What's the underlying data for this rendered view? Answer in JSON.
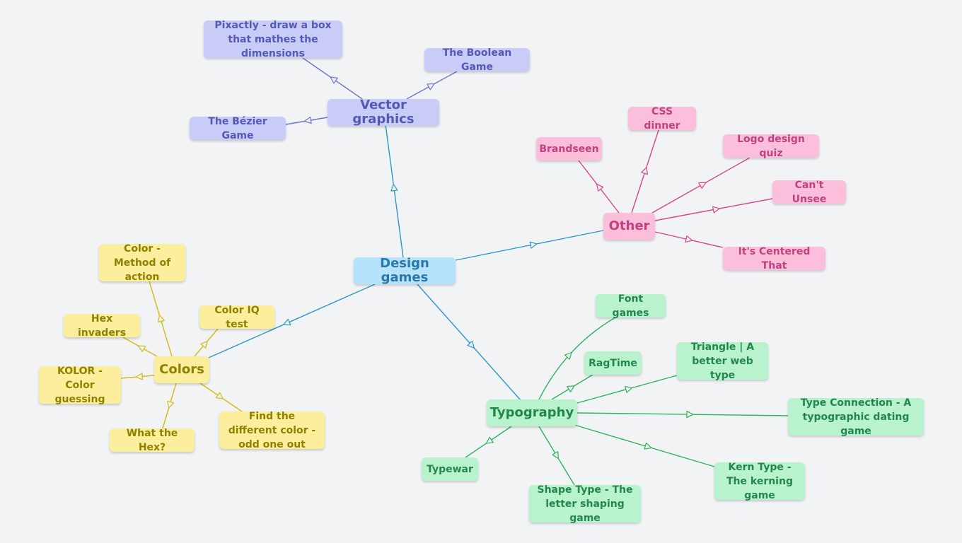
{
  "colors": {
    "root": "#2e97c9",
    "vector": "#6f72d1",
    "other": "#d6468c",
    "colors": "#d6bb14",
    "typography": "#2fb35d"
  },
  "root": {
    "label": "Design games"
  },
  "branches": {
    "vector": {
      "label": "Vector graphics",
      "items": [
        "Pixactly - draw a box that mathes the dimensions",
        "The Boolean Game",
        "The Bézier Game"
      ]
    },
    "other": {
      "label": "Other",
      "items": [
        "Brandseen",
        "CSS dinner",
        "Logo design quiz",
        "Can't Unsee",
        "It's Centered That"
      ]
    },
    "colors": {
      "label": "Colors",
      "items": [
        "Color - Method of action",
        "Color IQ test",
        "Hex invaders",
        "KOLOR - Color guessing",
        "What the Hex?",
        "Find the different color - odd one out"
      ]
    },
    "typography": {
      "label": "Typography",
      "items": [
        "Font games",
        "RagTime",
        "Triangle | A better web type",
        "Type Connection - A typographic dating game",
        "Kern Type - The kerning game",
        "Shape Type - The letter shaping game",
        "Typewar"
      ]
    }
  }
}
